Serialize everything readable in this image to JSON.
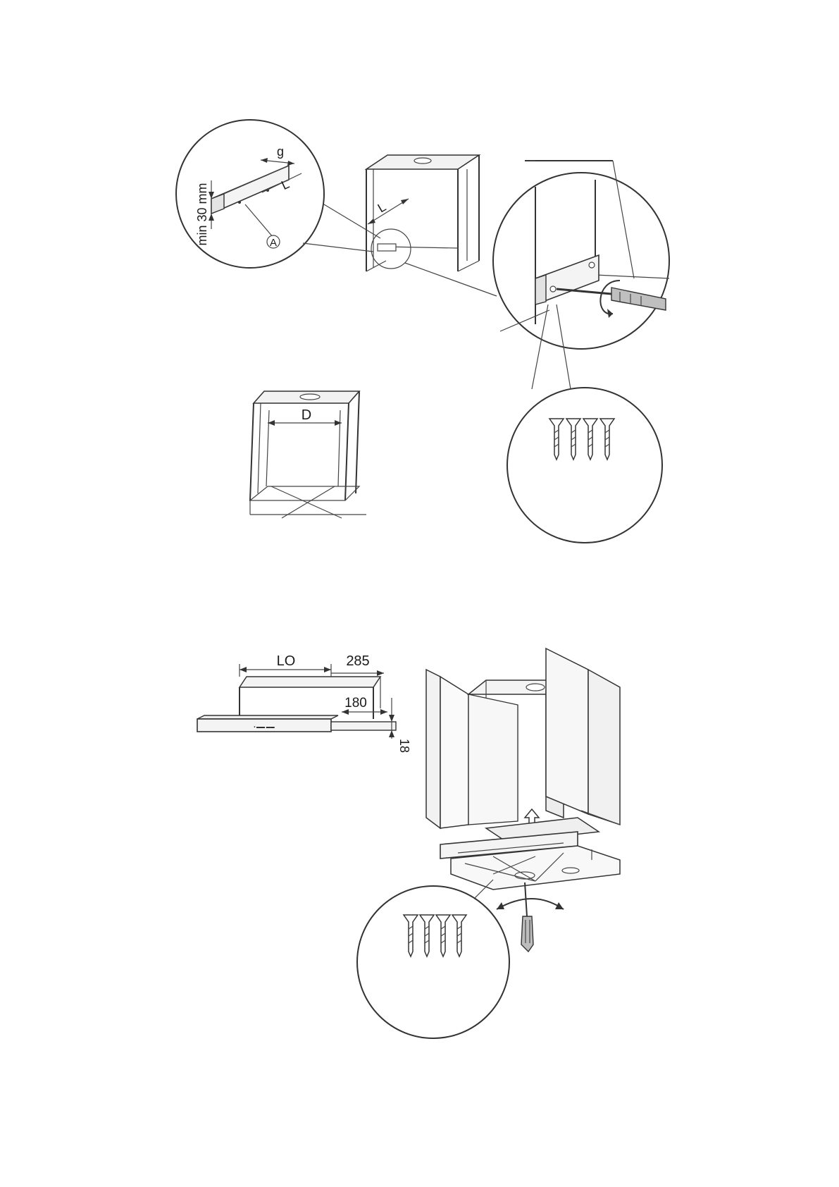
{
  "labels": {
    "gap": "g",
    "length_top": "L",
    "length_side": "L",
    "min_height": "min 30 mm",
    "part_a": "A",
    "depth": "D",
    "opening": "LO",
    "dim_285": "285",
    "dim_180": "180",
    "dim_18": "18"
  }
}
